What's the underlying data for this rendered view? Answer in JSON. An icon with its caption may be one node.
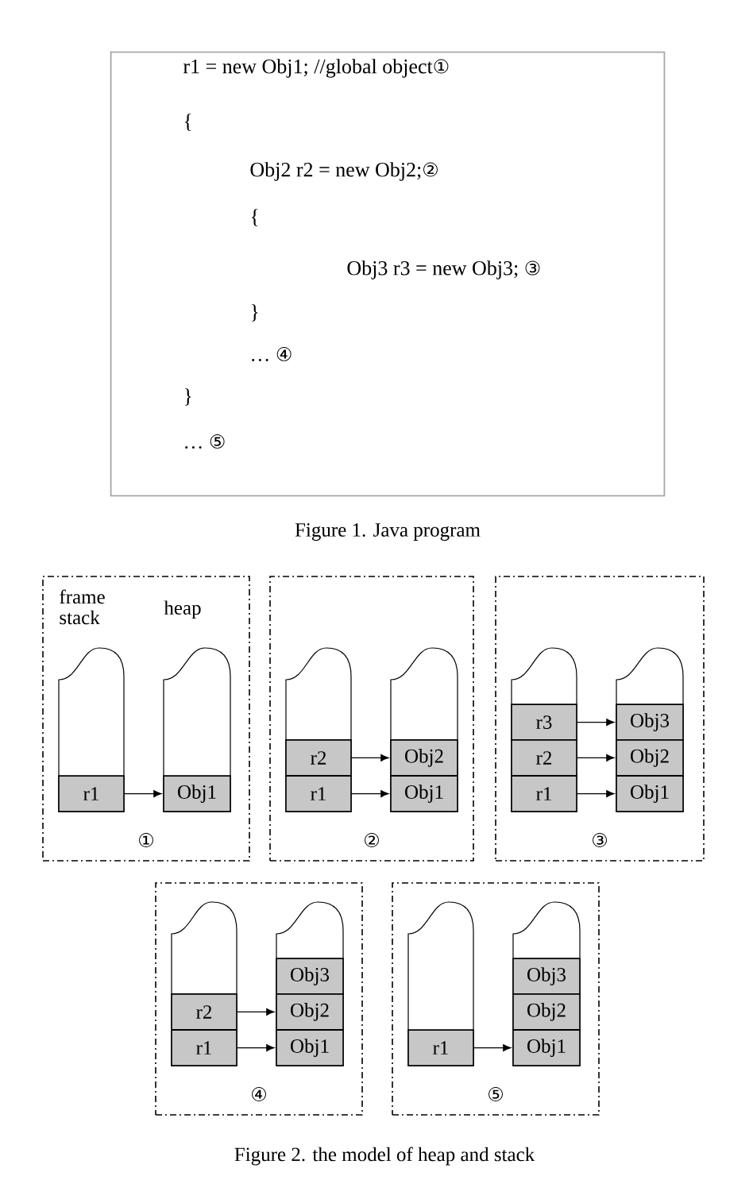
{
  "diagram": {
    "caption": "Figure 2. the model of heap and stack",
    "nodes": [
      {
        "text": [
          "r1 = new Obj1; //global object①",
          "{",
          "Obj2 r2 = new Obj2;②",
          "{",
          "Obj3 r3 = new Obj3; ③",
          "}",
          "… ④",
          "}",
          "… ⑤"
        ],
        "beside": [
          "Figure 1. Java program"
        ]
      },
      {
        "text": [
          "frame stack",
          "heap",
          "①"
        ]
      },
      {
        "text": [],
        "shape": "box",
        "in": 1
      },
      {
        "text": [],
        "shape": "box",
        "in": 1
      },
      {
        "text": [
          "r1"
        ],
        "in": 2
      },
      {
        "text": [
          "Obj1"
        ],
        "in": 3
      },
      {
        "text": [
          "②"
        ]
      },
      {
        "text": [],
        "shape": "box",
        "in": 6
      },
      {
        "text": [],
        "shape": "box",
        "in": 6
      },
      {
        "text": [
          "r2"
        ],
        "in": 7
      },
      {
        "text": [
          "r1"
        ],
        "in": 7
      },
      {
        "text": [
          "Obj2"
        ],
        "in": 8
      },
      {
        "text": [
          "Obj1"
        ],
        "in": 8
      },
      {
        "text": [
          "③"
        ]
      },
      {
        "text": [],
        "shape": "box",
        "in": 13
      },
      {
        "text": [],
        "shape": "box",
        "in": 13
      },
      {
        "text": [
          "r3"
        ],
        "in": 14
      },
      {
        "text": [
          "r2"
        ],
        "in": 14
      },
      {
        "text": [
          "r1"
        ],
        "in": 14
      },
      {
        "text": [
          "Obj3"
        ],
        "in": 15
      },
      {
        "text": [
          "Obj2"
        ],
        "in": 15
      },
      {
        "text": [
          "Obj1"
        ],
        "in": 15
      },
      {
        "text": [
          "④"
        ]
      },
      {
        "text": [],
        "shape": "box",
        "in": 22
      },
      {
        "text": [],
        "shape": "box",
        "in": 22
      },
      {
        "text": [
          "r2"
        ],
        "in": 23
      },
      {
        "text": [
          "r1"
        ],
        "in": 23
      },
      {
        "text": [
          "Obj3"
        ],
        "in": 24
      },
      {
        "text": [
          "Obj2"
        ],
        "in": 24
      },
      {
        "text": [
          "Obj1"
        ],
        "in": 24
      },
      {
        "text": [
          "⑤"
        ]
      },
      {
        "text": [],
        "shape": "box",
        "in": 30
      },
      {
        "text": [],
        "shape": "box",
        "in": 30
      },
      {
        "text": [
          "r1"
        ],
        "in": 31
      },
      {
        "text": [
          "Obj3"
        ],
        "in": 32
      },
      {
        "text": [
          "Obj2"
        ],
        "in": 32
      },
      {
        "text": [
          "Obj1"
        ],
        "in": 32
      }
    ],
    "edges": [
      {
        "from": 4,
        "to": 5,
        "arrow": "to"
      },
      {
        "from": 9,
        "to": 11,
        "arrow": "to"
      },
      {
        "from": 10,
        "to": 12,
        "arrow": "to"
      },
      {
        "from": 16,
        "to": 19,
        "arrow": "to"
      },
      {
        "from": 17,
        "to": 20,
        "arrow": "to"
      },
      {
        "from": 18,
        "to": 21,
        "arrow": "to"
      },
      {
        "from": 25,
        "to": 28,
        "arrow": "to"
      },
      {
        "from": 26,
        "to": 29,
        "arrow": "to"
      },
      {
        "from": 33,
        "to": 36,
        "arrow": "to"
      }
    ]
  }
}
